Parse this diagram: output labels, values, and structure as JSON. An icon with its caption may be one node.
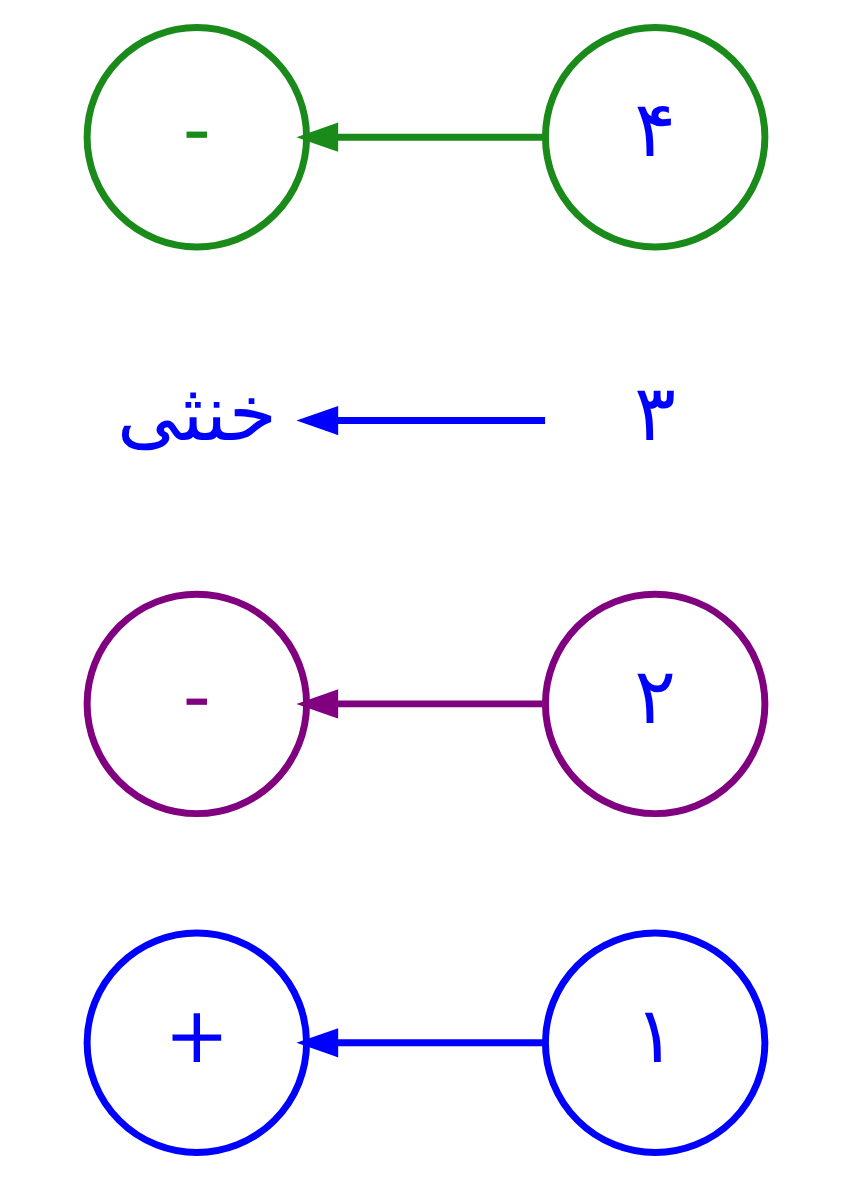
{
  "diagram": {
    "nodes": [
      {
        "text": [
          "+"
        ]
      },
      {
        "text": [
          "۱"
        ]
      },
      {
        "text": [
          "-"
        ]
      },
      {
        "text": [
          "۲"
        ]
      },
      {
        "text": [
          "خنثی"
        ]
      },
      {
        "text": [
          "۳"
        ]
      },
      {
        "text": [
          "-"
        ]
      },
      {
        "text": [
          "۴"
        ]
      }
    ],
    "edges": [
      {
        "from": 1,
        "to": 0,
        "arrow": "to"
      },
      {
        "from": 3,
        "to": 2,
        "arrow": "to",
        "color": "#800080"
      },
      {
        "from": 5,
        "to": 4,
        "arrow": "to"
      },
      {
        "from": 7,
        "to": 6,
        "arrow": "to",
        "color": "#1a8a1a"
      }
    ]
  }
}
